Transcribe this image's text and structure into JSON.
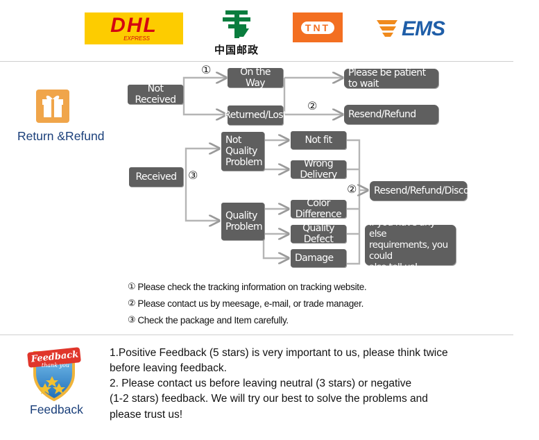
{
  "header": {
    "logos": [
      {
        "name": "DHL",
        "sub": "EXPRESS"
      },
      {
        "name": "中国邮政"
      },
      {
        "name": "TNT"
      },
      {
        "name": "EMS"
      }
    ]
  },
  "return_section": {
    "title": "Return &Refund",
    "flow": {
      "not_received": "Not Received",
      "on_the_way": "On the Way",
      "returned_lost": "Returned/Lost",
      "please_wait": "Please be patient to wait",
      "resend_refund": "Resend/Refund",
      "received": "Received",
      "not_quality_problem": [
        "Not",
        "Quality",
        "Problem"
      ],
      "quality_problem": [
        "Quality",
        "Problem"
      ],
      "not_fit": "Not fit",
      "wrong_delivery": "Wrong Delivery",
      "color_difference": "Color Difference",
      "quality_defect": "Quality Defect",
      "damage": "Damage",
      "resend_refund_discount": "Resend/Refund/Discount",
      "requirements_note": [
        "If you have any else",
        "requirements, you could",
        "also tell us!"
      ],
      "marker_1": "①",
      "marker_2": "②",
      "marker_3": "③"
    },
    "notes": [
      {
        "num": "①",
        "text": "Please check the tracking information on tracking website."
      },
      {
        "num": "②",
        "text": "Please contact us by meesage, e-mail, or trade manager."
      },
      {
        "num": "③",
        "text": "Check the package and Item carefully."
      }
    ]
  },
  "feedback_section": {
    "badge_title": "Feedback",
    "badge_sub": "thank you",
    "label": "Feedback",
    "lines": [
      "1.Positive Feedback (5 stars) is very important to us, please think twice",
      " before leaving feedback.",
      "2. Please contact us before leaving neutral (3 stars) or negative",
      "(1-2 stars) feedback. We will try our best to solve the problems and",
      " please trust us!"
    ]
  },
  "colors": {
    "box_gray": "#5f5f5f",
    "arrow_gray": "#9a9a9a",
    "dhl_yellow": "#fdcc00",
    "dhl_red": "#d40511",
    "post_green": "#0a7d3e",
    "tnt_orange": "#f36f21",
    "ems_blue": "#1f5ea8",
    "title_blue": "#1a3f7a"
  }
}
